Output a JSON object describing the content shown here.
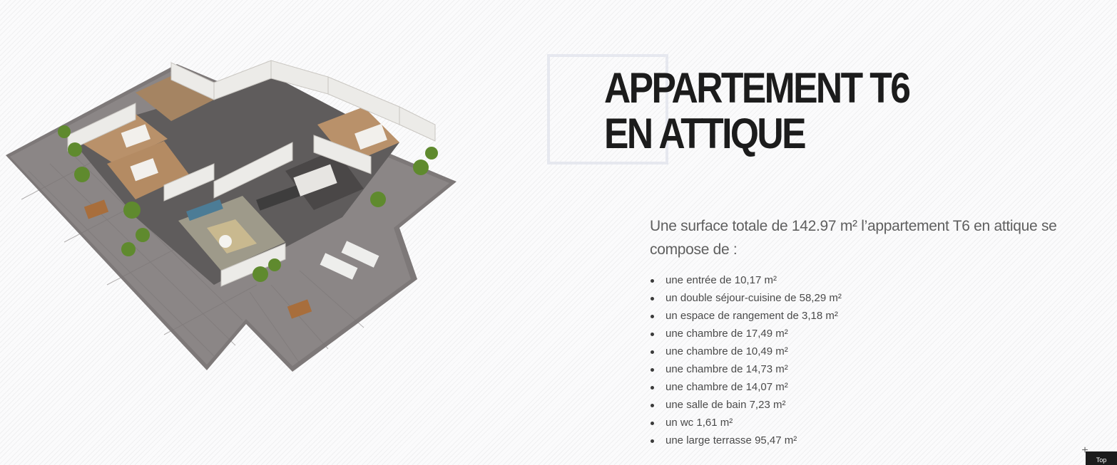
{
  "heading": {
    "line1": "APPARTEMENT T6",
    "line2": "EN ATTIQUE"
  },
  "intro": "Une surface totale de 142.97 m² l’appartement T6 en attique se compose de :",
  "rooms": [
    "une entrée de 10,17 m²",
    "un double séjour-cuisine de 58,29 m²",
    "un espace de rangement de 3,18 m²",
    "une chambre de 17,49 m²",
    "une chambre de 10,49 m²",
    "une chambre de 14,73 m²",
    "une chambre de 14,07 m²",
    "une salle de bain 7,23 m²",
    "un wc 1,61 m²",
    "une large terrasse 95,47 m²"
  ],
  "back_to_top": {
    "label": "Top",
    "icon": "plus-icon"
  },
  "floor_plan": {
    "icon": "floor-plan-3d-image"
  }
}
